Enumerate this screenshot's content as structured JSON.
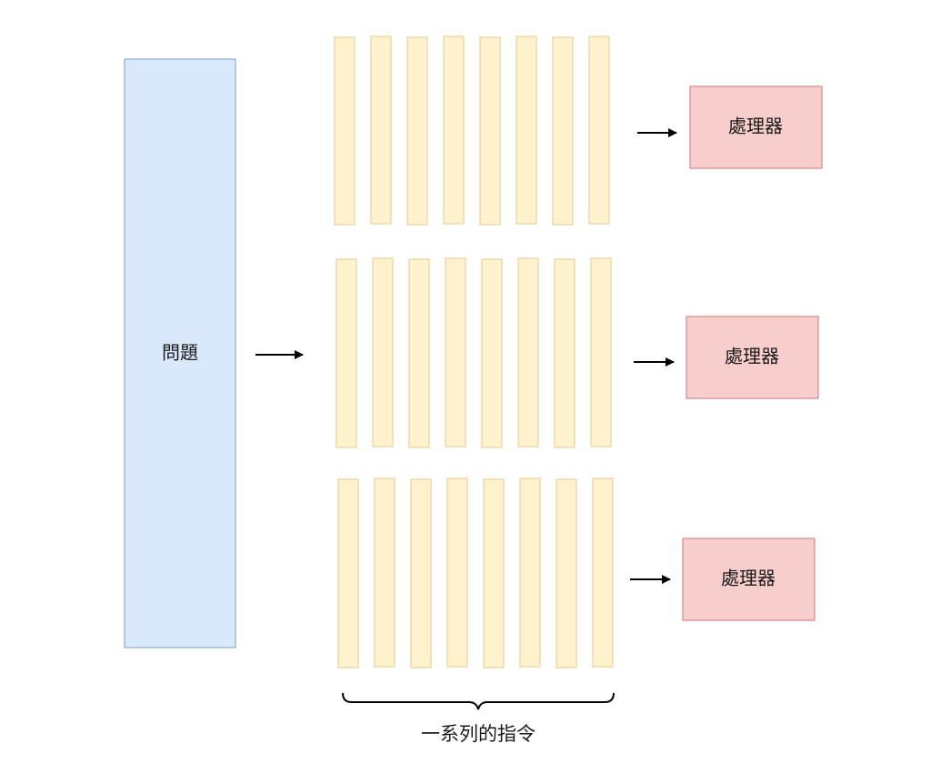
{
  "problem": {
    "label": "問題",
    "fill": "#dae8fc",
    "stroke": "#8ea9cf"
  },
  "instruction_groups": [
    {
      "bar_count": 8
    },
    {
      "bar_count": 8
    },
    {
      "bar_count": 8
    }
  ],
  "instruction_bar": {
    "fill": "#fff2cc",
    "stroke": "#e8d29a"
  },
  "processors": [
    {
      "label": "處理器"
    },
    {
      "label": "處理器"
    },
    {
      "label": "處理器"
    }
  ],
  "processor_style": {
    "fill": "#f8cecc",
    "stroke": "#d08a8a"
  },
  "caption": {
    "label": "一系列的指令"
  },
  "arrow_color": "#000000"
}
